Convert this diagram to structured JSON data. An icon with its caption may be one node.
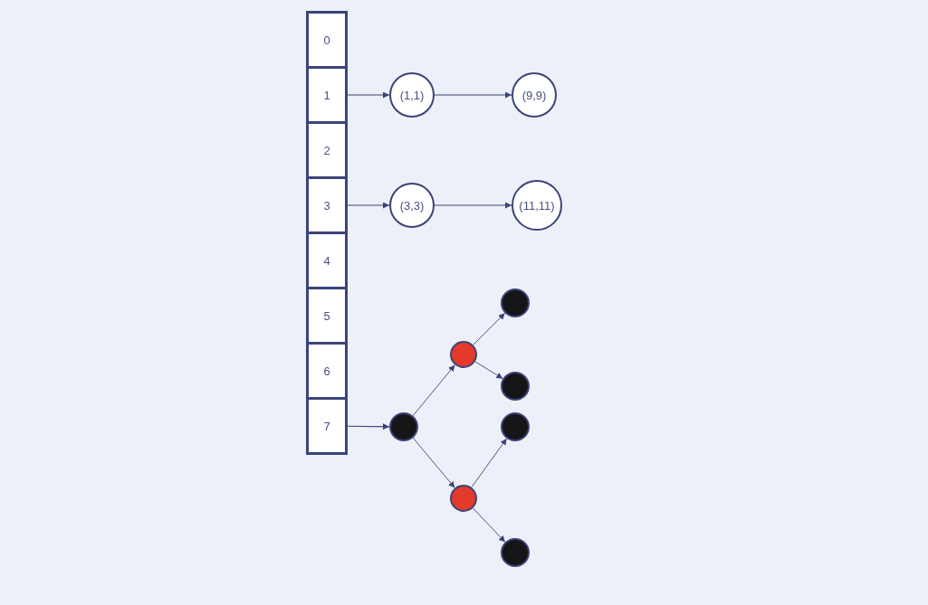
{
  "diagram": {
    "nodes": [
      {
        "text": [
          "0"
        ]
      },
      {
        "text": [
          "1"
        ]
      },
      {
        "text": [
          "2"
        ]
      },
      {
        "text": [
          "3"
        ]
      },
      {
        "text": [
          "4"
        ]
      },
      {
        "text": [
          "5"
        ]
      },
      {
        "text": [
          "6"
        ]
      },
      {
        "text": [
          "7"
        ]
      },
      {
        "text": [
          "(1,1)"
        ]
      },
      {
        "text": [
          "(9,9)"
        ]
      },
      {
        "text": [
          "(3,3)"
        ]
      },
      {
        "text": [
          "(11,11)"
        ]
      },
      {
        "text": [],
        "shape": "circle"
      },
      {
        "text": [],
        "shape": "circle"
      },
      {
        "text": [],
        "shape": "circle"
      },
      {
        "text": [],
        "shape": "circle"
      },
      {
        "text": [],
        "shape": "circle"
      },
      {
        "text": [],
        "shape": "circle"
      },
      {
        "text": [],
        "shape": "circle"
      }
    ],
    "edges": [
      {
        "from": 1,
        "to": 8,
        "arrow": "to"
      },
      {
        "from": 8,
        "to": 9,
        "arrow": "to"
      },
      {
        "from": 3,
        "to": 10,
        "arrow": "to"
      },
      {
        "from": 10,
        "to": 11,
        "arrow": "to"
      },
      {
        "from": 7,
        "to": 12,
        "arrow": "to"
      },
      {
        "from": 12,
        "to": 13,
        "arrow": "to"
      },
      {
        "from": 12,
        "to": 14,
        "arrow": "to"
      },
      {
        "from": 13,
        "to": 15,
        "arrow": "to"
      },
      {
        "from": 13,
        "to": 16,
        "arrow": "to"
      },
      {
        "from": 14,
        "to": 17,
        "arrow": "to"
      },
      {
        "from": 14,
        "to": 18,
        "arrow": "to"
      }
    ]
  }
}
